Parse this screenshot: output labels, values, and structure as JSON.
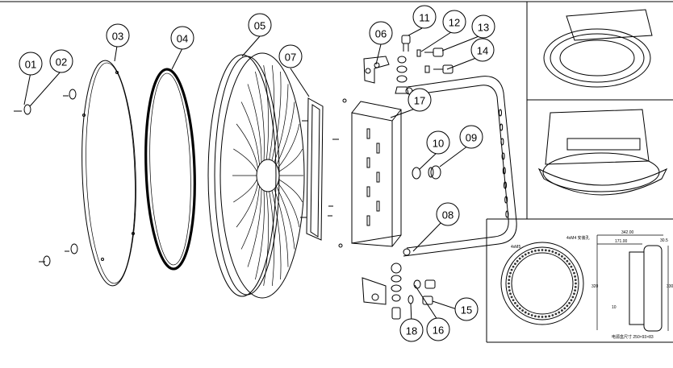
{
  "callouts": [
    {
      "num": "01"
    },
    {
      "num": "02"
    },
    {
      "num": "03"
    },
    {
      "num": "04"
    },
    {
      "num": "05"
    },
    {
      "num": "06"
    },
    {
      "num": "07"
    },
    {
      "num": "08"
    },
    {
      "num": "09"
    },
    {
      "num": "10"
    },
    {
      "num": "11"
    },
    {
      "num": "12"
    },
    {
      "num": "13"
    },
    {
      "num": "14"
    },
    {
      "num": "15"
    },
    {
      "num": "16"
    },
    {
      "num": "17"
    },
    {
      "num": "18"
    }
  ],
  "dims": {
    "top_width": "342.00",
    "offset_a": "171.00",
    "offset_b": "30.5",
    "right_h": "330",
    "left_h": "320",
    "small_h": "10",
    "label_left": "4xM5",
    "label_ring": "4xM4 安装孔",
    "note": "电源盒尺寸 250×93×83"
  },
  "colors": {
    "line": "#000000",
    "background": "#ffffff"
  }
}
